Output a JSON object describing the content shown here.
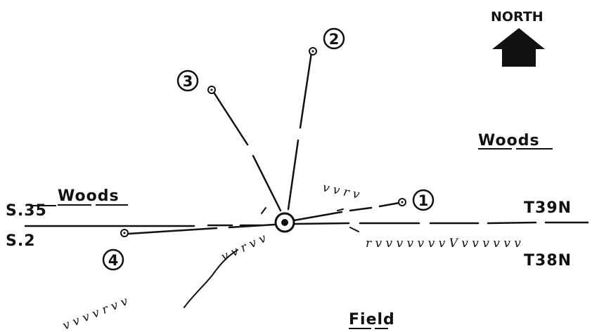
{
  "north_label": "NORTH",
  "labels": {
    "woods_right": "Woods",
    "woods_left": "Woods",
    "section_35": "S.35",
    "section_2": "S.2",
    "township_39": "T39N",
    "township_38": "T38N",
    "field": "Field"
  },
  "bearing_markers": [
    "1",
    "2",
    "3",
    "4"
  ],
  "marsh_symbols": {
    "row_right_top": "v  v r v",
    "row_right_bottom": "r v v  v v v v  v V  v v v v v v",
    "row_left_diag": "v v r v v",
    "row_bottom": "v v v v r v v"
  },
  "colors": {
    "ink": "#111111",
    "paper": "#ffffff"
  }
}
